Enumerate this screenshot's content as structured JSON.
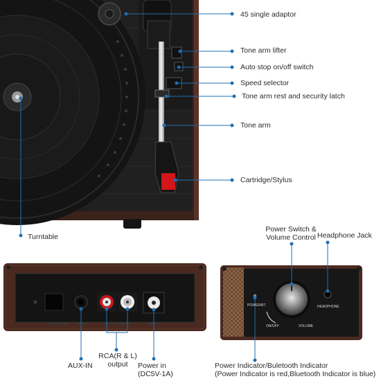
{
  "callouts_right": [
    {
      "id": "adaptor",
      "text": "45 single adaptor"
    },
    {
      "id": "lifter",
      "text": "Tone arm lifter"
    },
    {
      "id": "autostop",
      "text": "Auto stop on/off switch"
    },
    {
      "id": "speed",
      "text": "Speed selector"
    },
    {
      "id": "rest",
      "text": "Tone arm rest and security latch"
    },
    {
      "id": "arm",
      "text": "Tone arm"
    },
    {
      "id": "cartridge",
      "text": "Cartridge/Stylus"
    }
  ],
  "turntable_label": "Turntable",
  "back_panel": {
    "aux_label": "AUX-IN",
    "rca_label_line1": "RCA(R & L)",
    "rca_label_line2": "output",
    "power_in_line1": "Power in",
    "power_in_line2": "(DC5V-1A)"
  },
  "side_panel": {
    "power_switch_line1": "Power Switch &",
    "power_switch_line2": "Volume Control",
    "headphone_label": "Headphone Jack",
    "indicator_line1": "Power Indicator/Buletooth Indicator",
    "indicator_line2": "(Power Indicator is red,Bluetooth Indicator is blue)",
    "panel_power_bt": "POWER/BT",
    "panel_onoff": "ON/OFF",
    "panel_volume": "VOLUME",
    "panel_headphone": "HEADPHONE"
  },
  "colors": {
    "accent": "#1f6fb2",
    "wood": "#4a2a20",
    "deck": "#1c1c1c"
  }
}
